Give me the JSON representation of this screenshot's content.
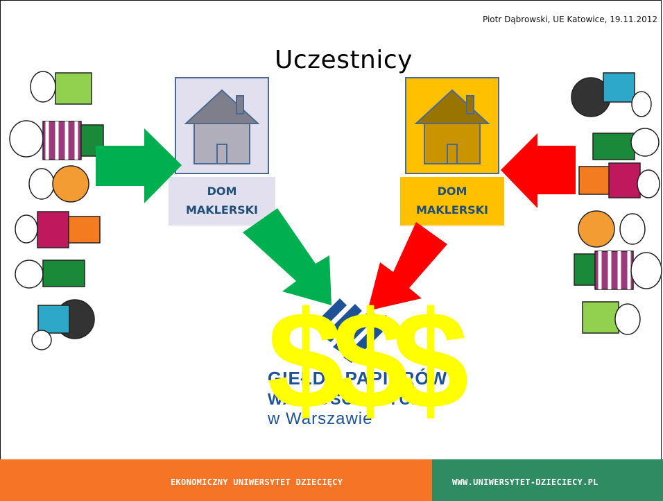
{
  "header": {
    "credit": "Piotr Dąbrowski, UE Katowice, 19.11.2012"
  },
  "slide": {
    "title": "Uczestnicy"
  },
  "brokers": [
    {
      "line1": "DOM",
      "line2": "MAKLERSKI"
    },
    {
      "line1": "DOM",
      "line2": "MAKLERSKI"
    }
  ],
  "exchange": {
    "logo_line1": "GIEŁDA PAPIERÓW",
    "logo_line2": "WARTOŚCIOWYCH",
    "logo_line3": "w Warszawie",
    "overlay_symbols": [
      "$",
      "$",
      "$"
    ]
  },
  "footer": {
    "left_text": "EKONOMICZNY UNIWERSYTET DZIECIĘCY",
    "right_text": "WWW.UNIWERSYTET-DZIECIECY.PL"
  },
  "colors": {
    "green_arrow": "#00b050",
    "red_arrow": "#ff0000",
    "broker_left_bg": "#e2e0ee",
    "broker_right_bg": "#ffc000",
    "dollar": "#ffff00",
    "footer_orange": "#f57425",
    "footer_green": "#2e8b62"
  }
}
